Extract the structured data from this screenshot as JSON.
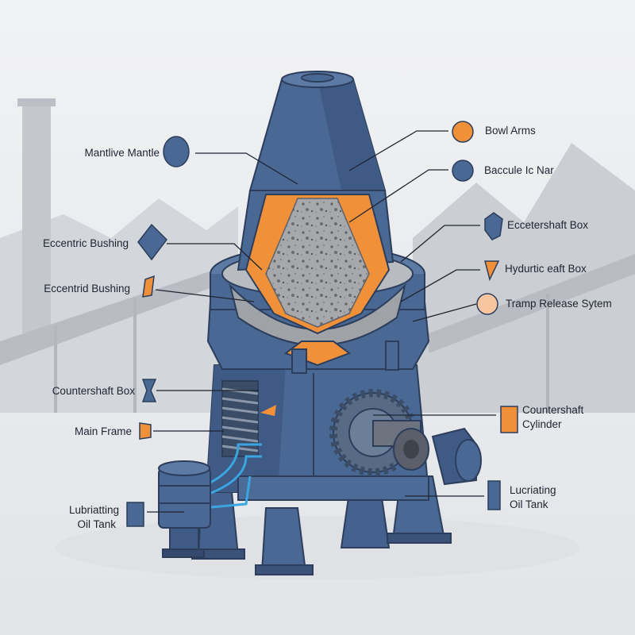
{
  "labels": {
    "mantlive_mantle": "Mantlive Mantle",
    "eccentric_bushing": "Eccentric Bushing",
    "eccentrid_bushing": "Eccentrid Bushing",
    "countershaft_box": "Countershaft Box",
    "main_frame": "Main Frame",
    "lubriatting_line1": "Lubriatting",
    "lubriatting_line2": "Oil Tank",
    "bowl_arms": "Bowl Arms",
    "baccule_ic_nar": "Baccule Ic Nar",
    "eccetershaft_box": "Eccetershaft Box",
    "hydurtic_eaft_box": "Hydurtic eaft Box",
    "tramp_release": "Tramp Release Sytem",
    "countershaft_cyl_line1": "Countershaft",
    "countershaft_cyl_line2": "Cylinder",
    "lucriating_line1": "Lucriating",
    "lucriating_line2": "Oil Tank"
  },
  "colors": {
    "steel_blue": "#4a6894",
    "steel_dark": "#34496d",
    "orange": "#f0913a",
    "concrete": "#a9abae",
    "background": "#e9ebee"
  },
  "icons": {
    "mantlive_mantle": "circle",
    "eccentric_bushing": "diamond",
    "eccentrid_bushing": "orange-triangle",
    "countershaft_box": "bowtie",
    "main_frame": "orange-trapezoid",
    "lubriatting_oil_tank": "rectangle",
    "bowl_arms": "orange-circle",
    "baccule_ic_nar": "circle",
    "eccetershaft_box": "pentagon",
    "hydurtic_eaft_box": "orange-triangle",
    "tramp_release": "light-orange-circle",
    "countershaft_cylinder": "orange-rectangle",
    "lucriating_oil_tank": "rectangle"
  }
}
